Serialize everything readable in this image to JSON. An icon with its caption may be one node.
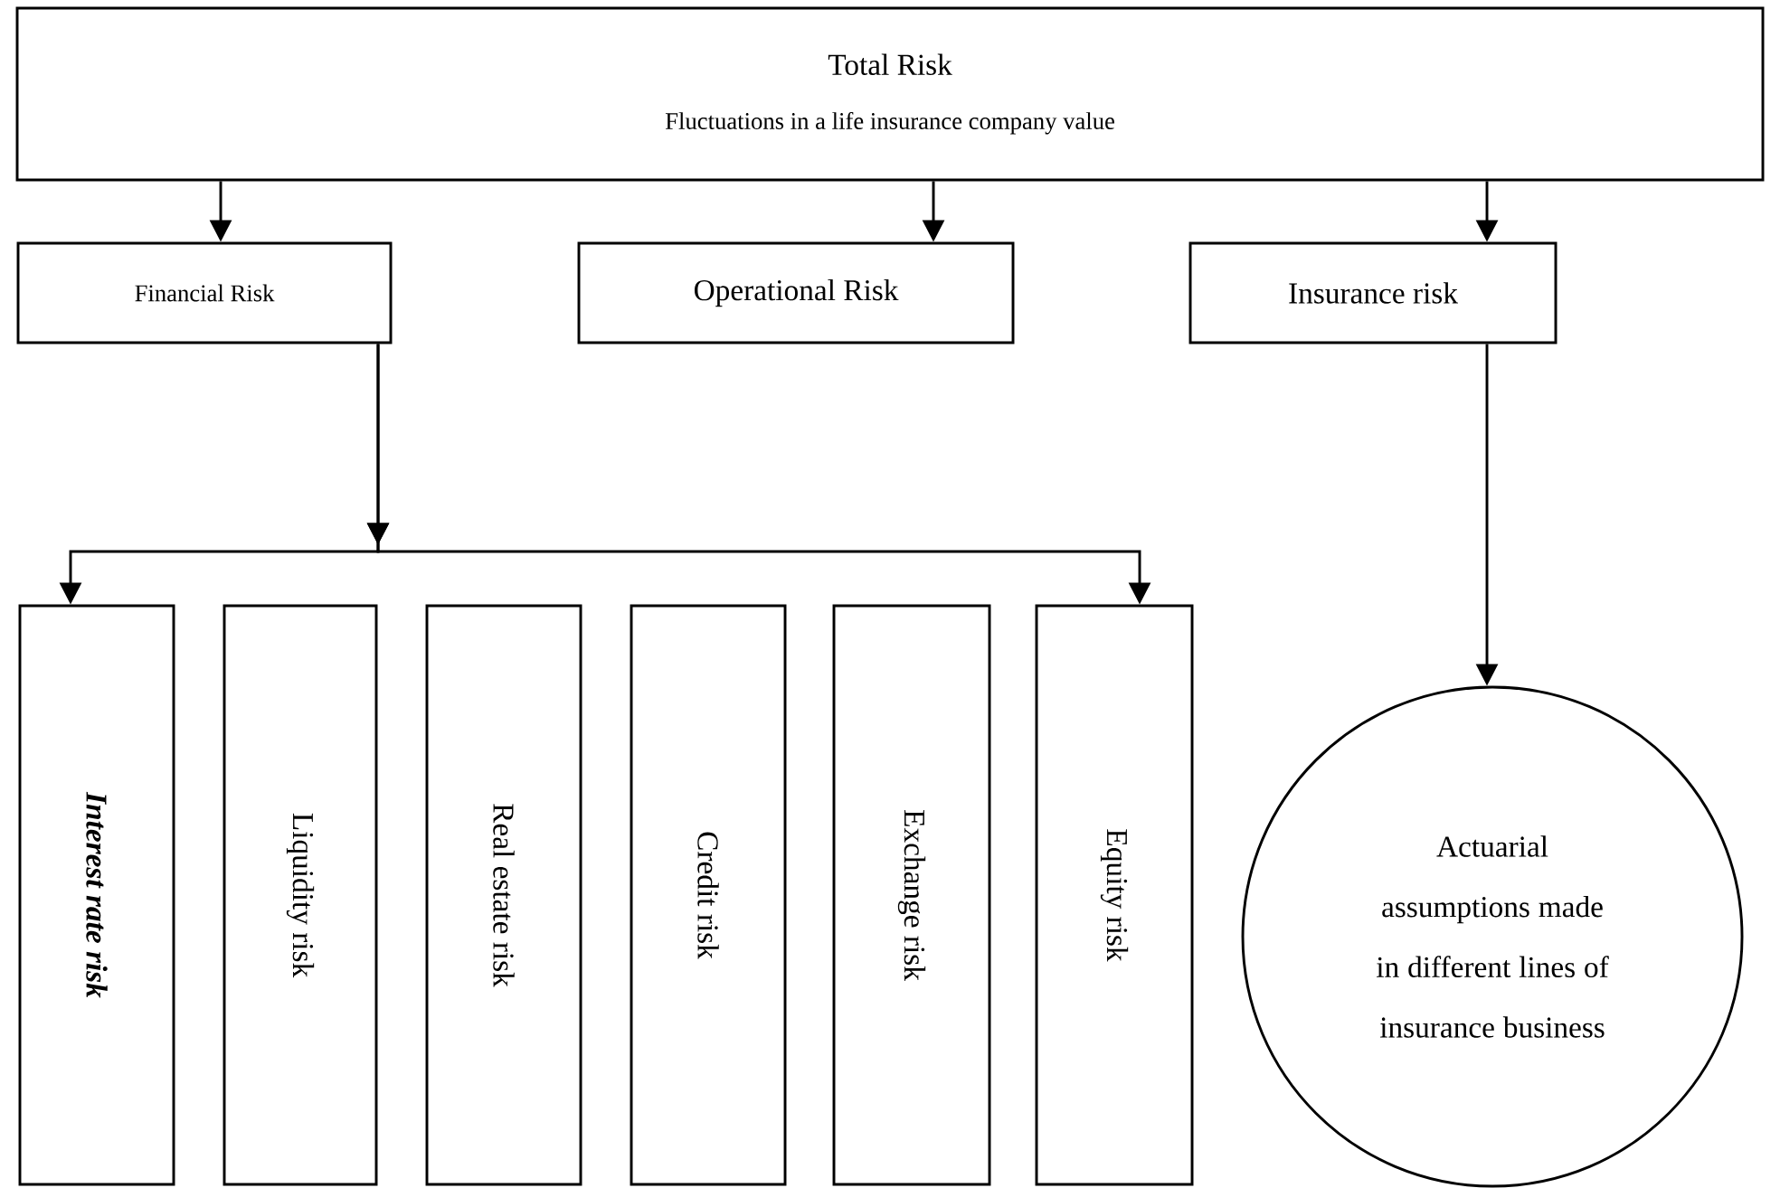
{
  "diagram": {
    "nodes": [
      {
        "text": [
          "Total Risk",
          "Fluctuations in a life insurance company value"
        ]
      },
      {
        "text": [
          "Financial Risk"
        ]
      },
      {
        "text": [
          "Operational Risk"
        ]
      },
      {
        "text": [
          "Insurance risk"
        ]
      },
      {
        "text": [
          "Interest rate risk"
        ]
      },
      {
        "text": [
          "Liquidity risk"
        ]
      },
      {
        "text": [
          "Real estate risk"
        ]
      },
      {
        "text": [
          "Credit risk"
        ]
      },
      {
        "text": [
          "Exchange risk"
        ]
      },
      {
        "text": [
          "Equity risk"
        ]
      },
      {
        "text": [
          "Actuarial assumptions made in different lines of insurance business"
        ]
      }
    ],
    "edges": [
      {
        "from": 0,
        "to": 1,
        "arrow": "to"
      },
      {
        "from": 0,
        "to": 2,
        "arrow": "to"
      },
      {
        "from": 0,
        "to": 3,
        "arrow": "to"
      },
      {
        "from": 1,
        "to": 4,
        "arrow": "to"
      },
      {
        "from": 1,
        "to": 9,
        "arrow": "to"
      },
      {
        "from": 3,
        "to": 10,
        "arrow": "to"
      }
    ]
  }
}
